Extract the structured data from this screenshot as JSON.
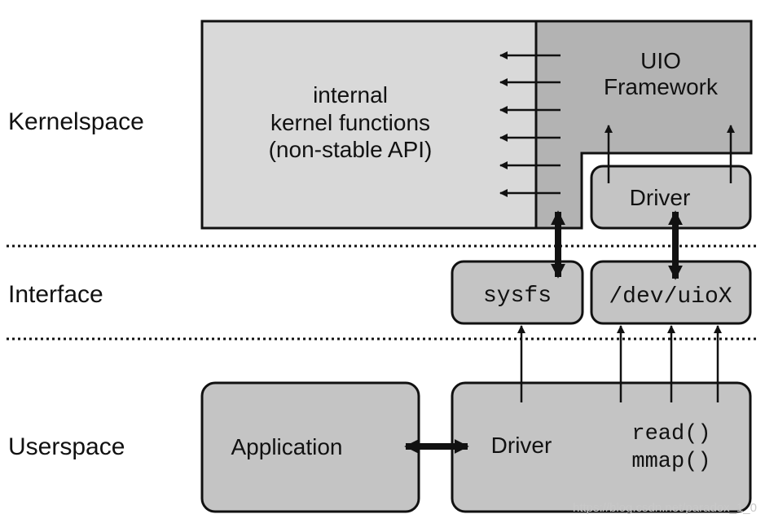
{
  "layers": {
    "kernelspace": "Kernelspace",
    "interface": "Interface",
    "userspace": "Userspace"
  },
  "kernel_box": {
    "line1": "internal",
    "line2": "kernel functions",
    "line3": "(non-stable API)"
  },
  "uio_framework": {
    "line1": "UIO",
    "line2": "Framework"
  },
  "kernel_driver": "Driver",
  "sysfs": "sysfs",
  "dev_uiox": "/dev/uioX",
  "application": "Application",
  "user_driver": {
    "label": "Driver",
    "read": "read()",
    "mmap": "mmap()"
  },
  "watermark": "https://blog.csdn.net/paradox_1_0",
  "colors": {
    "kernel_fill": "#d9d9d9",
    "uio_fill": "#b3b3b3",
    "box_fill": "#c4c4c4",
    "stroke": "#111111"
  }
}
